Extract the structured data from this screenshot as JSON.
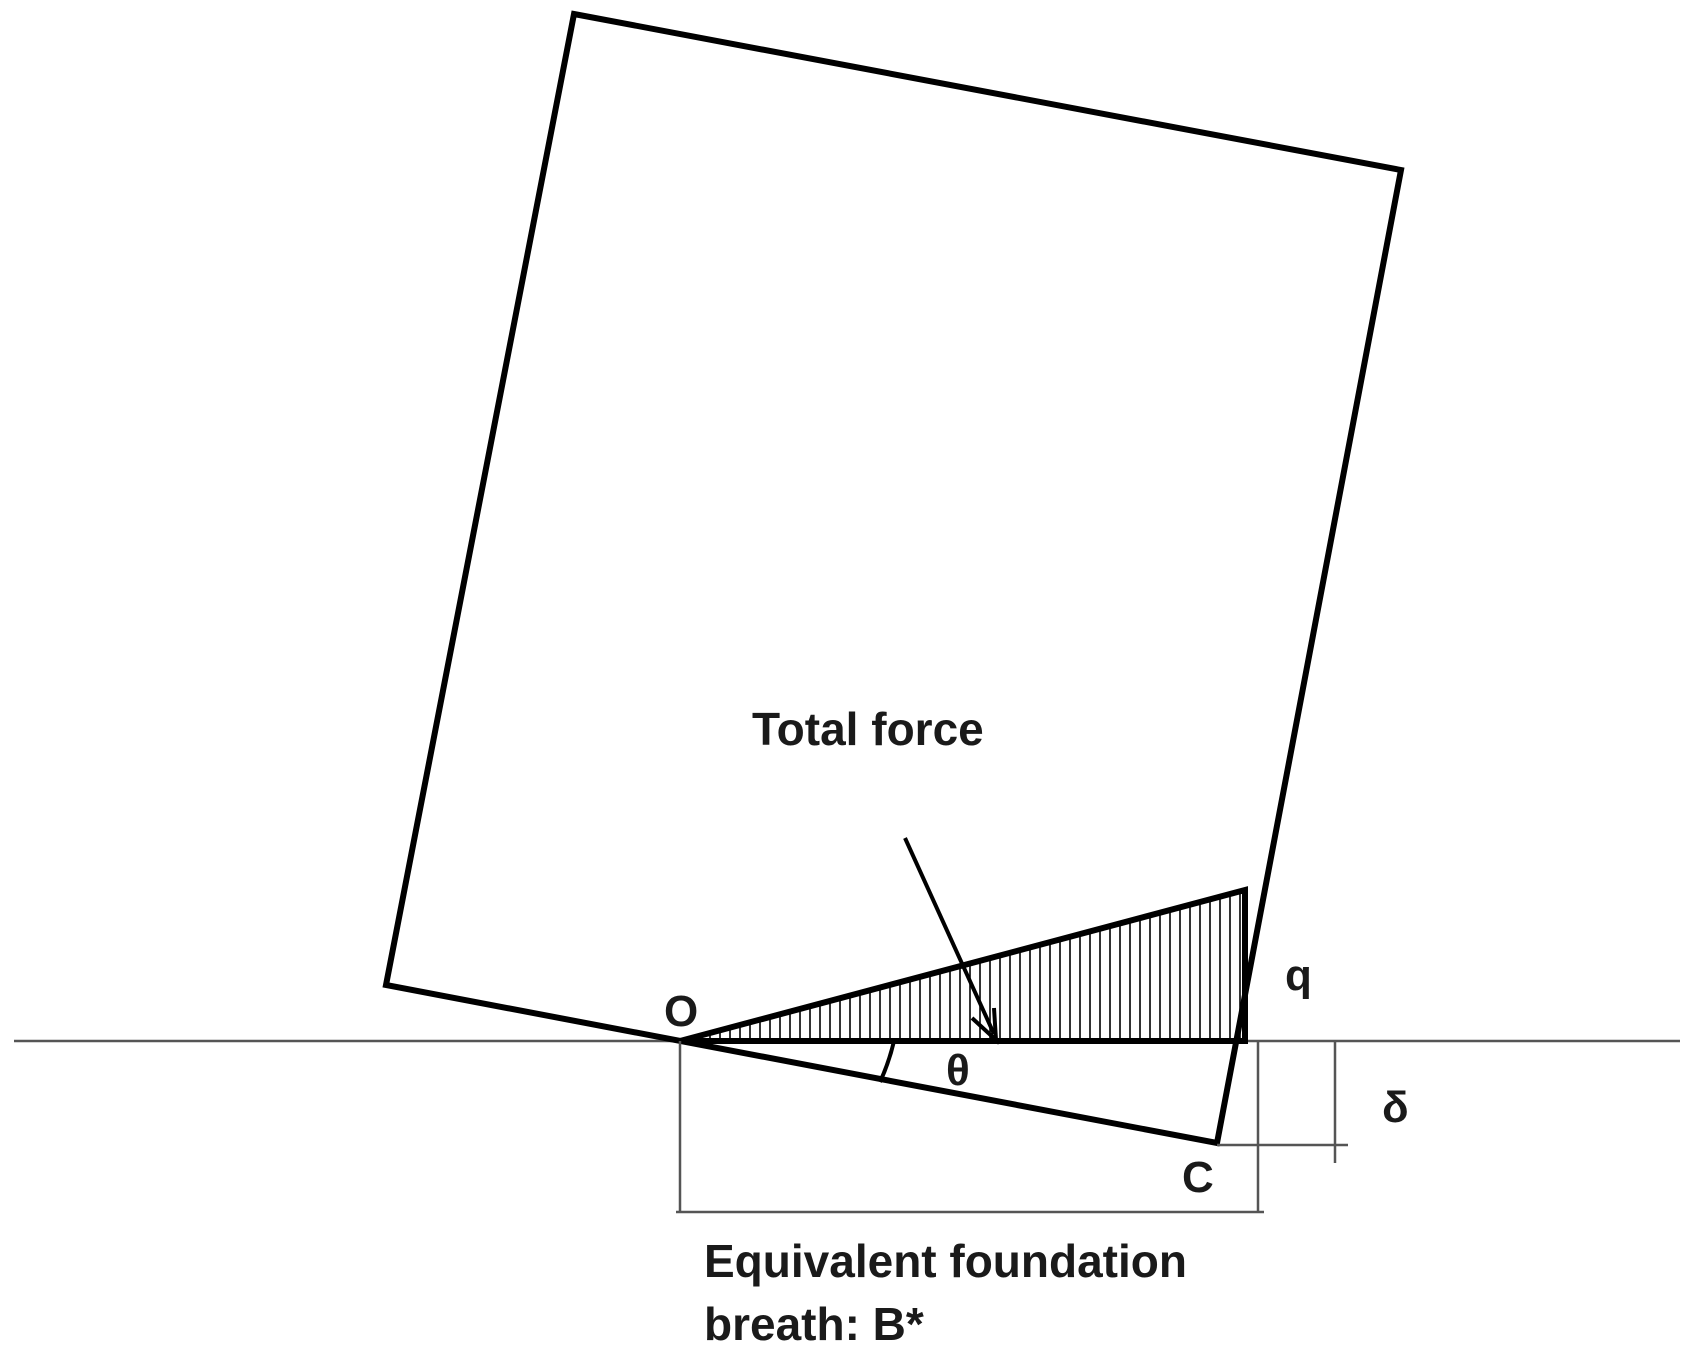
{
  "labels": {
    "total_force": "Total force",
    "point_o": "O",
    "point_q": "q",
    "point_c": "C",
    "angle_theta": "θ",
    "settlement_delta": "δ",
    "foundation_line1": "Equivalent foundation",
    "foundation_line2": "breath: B*"
  },
  "colors": {
    "stroke": "#000000",
    "thin_stroke": "#555555",
    "text": "#1a1a1a",
    "background": "#ffffff"
  }
}
